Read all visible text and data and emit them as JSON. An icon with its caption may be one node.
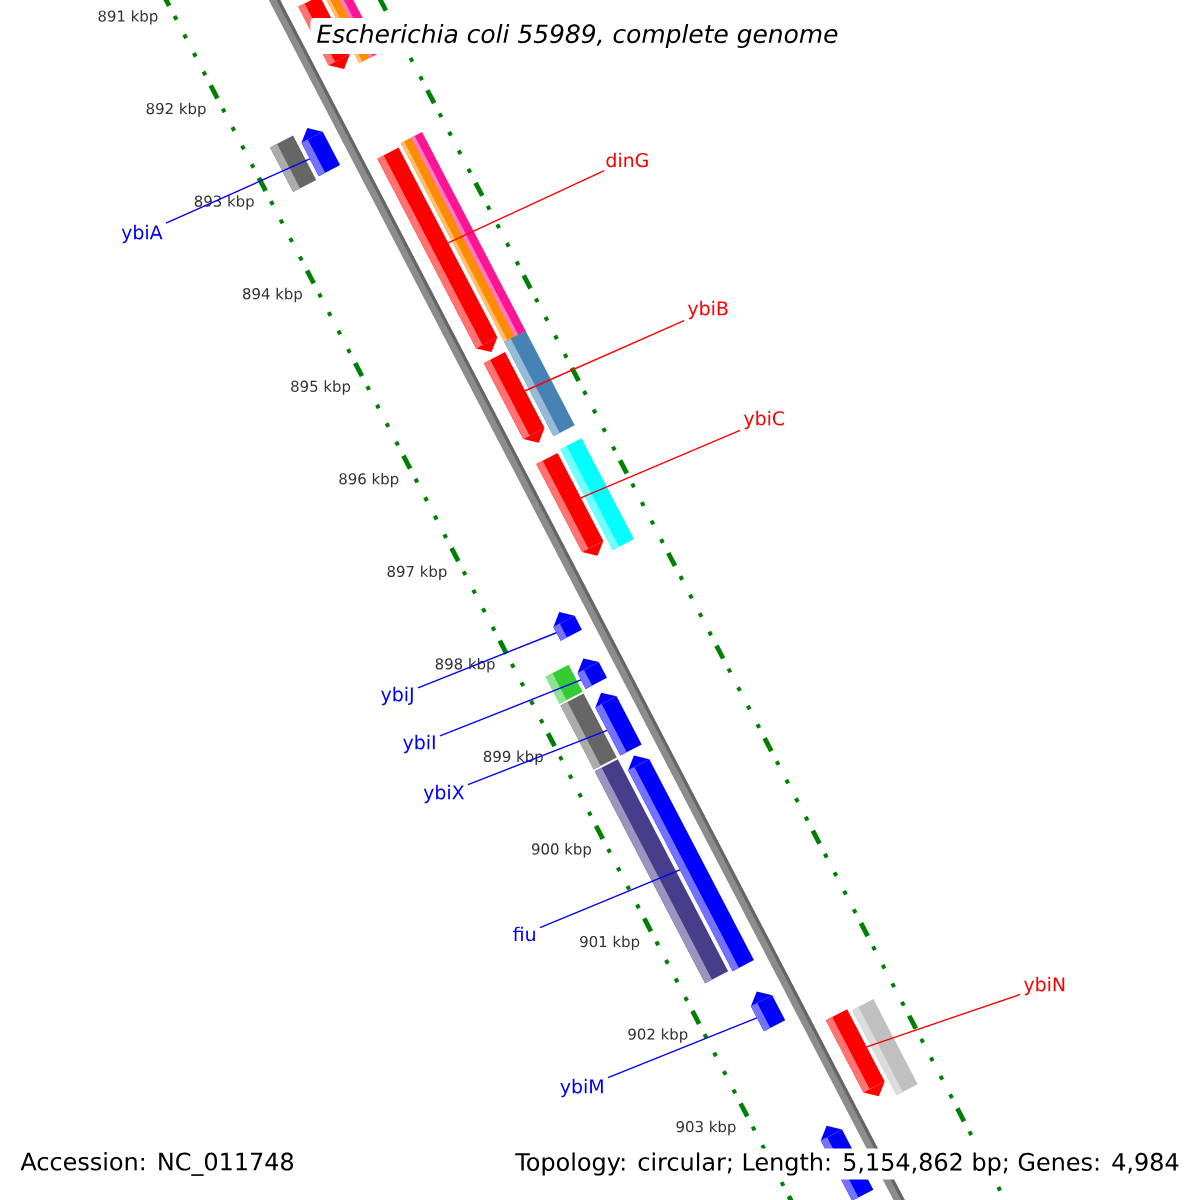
{
  "diagram": {
    "title": "Escherichia coli 55989, complete genome",
    "nodes": [
      {
        "text": [
          "dinG"
        ]
      },
      {
        "text": [
          "ybiA"
        ]
      },
      {
        "text": [
          "ybiB"
        ]
      },
      {
        "text": [
          "ybiC"
        ]
      },
      {
        "text": [
          "ybiJ"
        ]
      },
      {
        "text": [
          "ybiI"
        ]
      },
      {
        "text": [
          "ybiX"
        ]
      },
      {
        "text": [
          "fiu"
        ]
      },
      {
        "text": [
          "ybiN"
        ]
      },
      {
        "text": [
          "ybiM"
        ]
      },
      {
        "text": [],
        "shape": "bar"
      },
      {
        "text": [],
        "shape": "bar"
      },
      {
        "text": [],
        "shape": "bar"
      },
      {
        "text": [],
        "shape": "bar"
      },
      {
        "text": [],
        "shape": "bar"
      },
      {
        "text": [],
        "shape": "bar"
      },
      {
        "text": [],
        "shape": "bar"
      },
      {
        "text": [],
        "shape": "bar"
      },
      {
        "text": [],
        "shape": "bar"
      },
      {
        "text": [],
        "shape": "bar"
      },
      {
        "text": [],
        "shape": "bar"
      },
      {
        "text": [],
        "shape": "bar"
      }
    ],
    "edges": [
      {
        "from": 0,
        "to": 12,
        "arrow": "none",
        "color": "#ff0000"
      },
      {
        "from": 1,
        "to": 11,
        "arrow": "none"
      },
      {
        "from": 2,
        "to": 13,
        "arrow": "none",
        "color": "#ff0000"
      },
      {
        "from": 3,
        "to": 14,
        "arrow": "none",
        "color": "#ff0000"
      },
      {
        "from": 4,
        "to": 15,
        "arrow": "none"
      },
      {
        "from": 5,
        "to": 16,
        "arrow": "none"
      },
      {
        "from": 6,
        "to": 17,
        "arrow": "none"
      },
      {
        "from": 7,
        "to": 18,
        "arrow": "none"
      },
      {
        "from": 8,
        "to": 20,
        "arrow": "none",
        "color": "#ff0000"
      },
      {
        "from": 9,
        "to": 19,
        "arrow": "none"
      }
    ],
    "labels": [
      "891 kbp",
      "892 kbp",
      "893 kbp",
      "894 kbp",
      "895 kbp",
      "896 kbp",
      "897 kbp",
      "898 kbp",
      "899 kbp",
      "900 kbp",
      "901 kbp",
      "902 kbp",
      "903 kbp",
      "Accession: NC_011748",
      "Topology: circular; Length: 5,154,862 bp; Genes: 4,984"
    ]
  }
}
